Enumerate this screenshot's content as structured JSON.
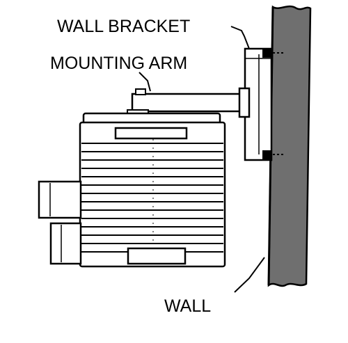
{
  "labels": {
    "wall_bracket": "WALL BRACKET",
    "mounting_arm": "MOUNTING ARM",
    "wall": "WALL"
  },
  "colors": {
    "ink": "#000000",
    "wall_fill": "#6f6f6f",
    "background": "#ffffff"
  }
}
